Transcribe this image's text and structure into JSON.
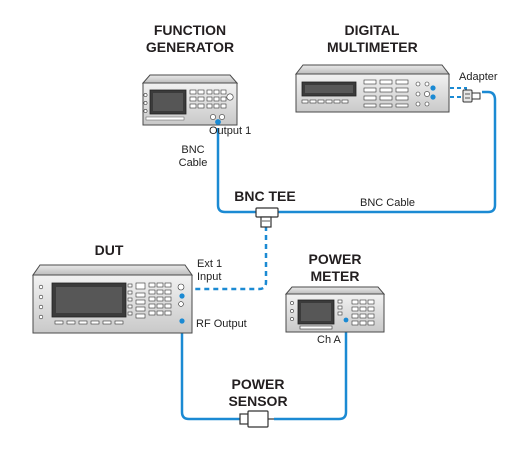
{
  "devices": {
    "function_generator": {
      "title_line1": "FUNCTION",
      "title_line2": "GENERATOR"
    },
    "digital_multimeter": {
      "title_line1": "DIGITAL",
      "title_line2": "MULTIMETER"
    },
    "dut": {
      "title": "DUT"
    },
    "power_meter": {
      "title_line1": "POWER",
      "title_line2": "METER"
    },
    "power_sensor": {
      "title_line1": "POWER",
      "title_line2": "SENSOR"
    },
    "bnc_tee": {
      "title": "BNC TEE"
    }
  },
  "labels": {
    "adapter": "Adapter",
    "output_1": "Output 1",
    "bnc_cable_left_line1": "BNC",
    "bnc_cable_left_line2": "Cable",
    "bnc_cable_right": "BNC Cable",
    "ext1_input_line1": "Ext 1",
    "ext1_input_line2": "Input",
    "rf_output": "RF Output",
    "ch_a": "Ch A"
  },
  "colors": {
    "cable_solid": "#1b8ad3",
    "cable_dashed": "#1b8ad3",
    "instrument_body": "#d9d9d9",
    "instrument_outline": "#4a4a4a",
    "screen": "#3b3b3b"
  }
}
